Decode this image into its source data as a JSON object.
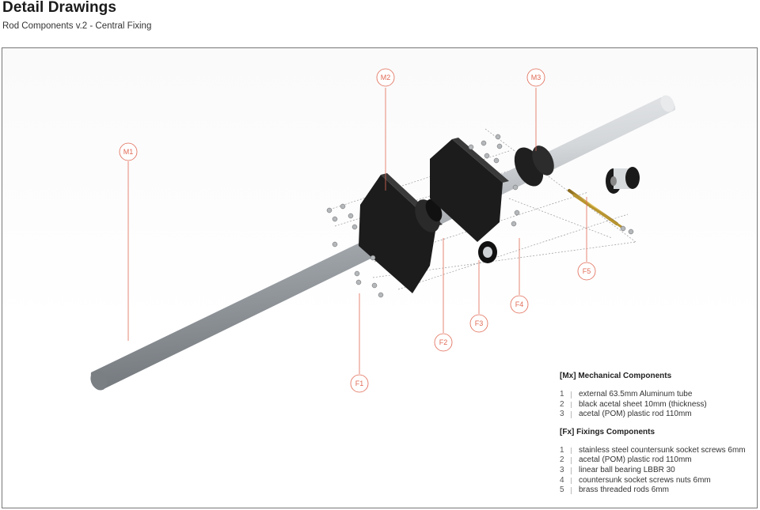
{
  "header": {
    "title": "Detail Drawings",
    "subtitle": "Rod Components v.2 -  Central Fixing"
  },
  "callouts": {
    "m1": "M1",
    "m2": "M2",
    "m3": "M3",
    "f1": "F1",
    "f2": "F2",
    "f3": "F3",
    "f4": "F4",
    "f5": "F5"
  },
  "legend": {
    "mechanical": {
      "heading": "[Mx] Mechanical Components",
      "items": [
        {
          "num": "1",
          "text": "external 63.5mm Aluminum tube"
        },
        {
          "num": "2",
          "text": "black acetal sheet 10mm (thickness)"
        },
        {
          "num": "3",
          "text": "acetal (POM) plastic rod 110mm"
        }
      ]
    },
    "fixings": {
      "heading": "[Fx]   Fixings Components",
      "items": [
        {
          "num": "1",
          "text": "stainless steel countersunk socket screws 6mm"
        },
        {
          "num": "2",
          "text": "acetal (POM) plastic rod 110mm"
        },
        {
          "num": "3",
          "text": "linear ball bearing LBBR 30"
        },
        {
          "num": "4",
          "text": "countersunk socket screws nuts 6mm"
        },
        {
          "num": "5",
          "text": "brass threaded rods 6mm"
        }
      ]
    }
  },
  "colors": {
    "accent": "#e06a55",
    "plate": "#1c1c1c",
    "tube": "#c8ccd0"
  }
}
